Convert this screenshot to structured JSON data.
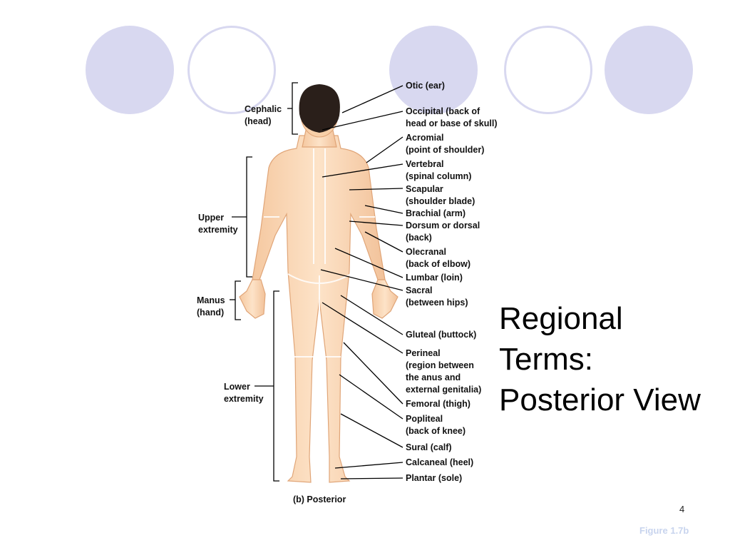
{
  "slide": {
    "title_lines": [
      "Regional",
      "Terms:",
      "Posterior View"
    ],
    "page_number": "4",
    "figure_ref": "Figure 1.7b",
    "accent_color": "#d8d8f0"
  },
  "diagram": {
    "caption": "(b) Posterior",
    "groups": {
      "cephalic": [
        "Cephalic",
        "(head)"
      ],
      "upper": [
        "Upper",
        "extremity"
      ],
      "manus": [
        "Manus",
        "(hand)"
      ],
      "lower": [
        "Lower",
        "extremity"
      ]
    },
    "labels": [
      {
        "lines": [
          "Otic (ear)"
        ]
      },
      {
        "lines": [
          "Occipital (back of",
          "head or base of skull)"
        ]
      },
      {
        "lines": [
          "Acromial",
          "(point of shoulder)"
        ]
      },
      {
        "lines": [
          "Vertebral",
          "(spinal column)"
        ]
      },
      {
        "lines": [
          "Scapular",
          "(shoulder blade)"
        ]
      },
      {
        "lines": [
          "Brachial (arm)"
        ]
      },
      {
        "lines": [
          "Dorsum or dorsal",
          "(back)"
        ]
      },
      {
        "lines": [
          "Olecranal",
          "(back of elbow)"
        ]
      },
      {
        "lines": [
          "Lumbar (loin)"
        ]
      },
      {
        "lines": [
          "Sacral",
          "(between hips)"
        ]
      },
      {
        "lines": [
          "Gluteal (buttock)"
        ]
      },
      {
        "lines": [
          "Perineal",
          "(region between",
          "the anus and",
          "external genitalia)"
        ]
      },
      {
        "lines": [
          "Femoral (thigh)"
        ]
      },
      {
        "lines": [
          "Popliteal",
          "(back of knee)"
        ]
      },
      {
        "lines": [
          "Sural (calf)"
        ]
      },
      {
        "lines": [
          "Calcaneal (heel)"
        ]
      },
      {
        "lines": [
          "Plantar (sole)"
        ]
      }
    ]
  }
}
